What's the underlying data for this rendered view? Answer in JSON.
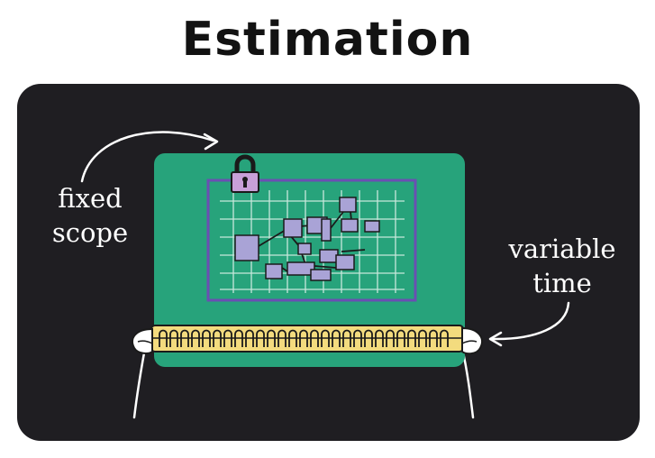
{
  "title": "Estimation",
  "labels": {
    "left_line1": "fixed",
    "left_line2": "scope",
    "right_line1": "variable",
    "right_line2": "time"
  },
  "icons": {
    "lock": "padlock-icon",
    "arrow_left": "curved-arrow-icon",
    "arrow_right": "curved-arrow-icon"
  },
  "colors": {
    "background": "#ffffff",
    "panel": "#1f1e22",
    "board": "#27a37b",
    "frame": "#6a4fb2",
    "lock": "#c8a0d8",
    "blocks": "#a9a3d6",
    "tape": "#f3db7e",
    "grid": "#d9efe6"
  }
}
